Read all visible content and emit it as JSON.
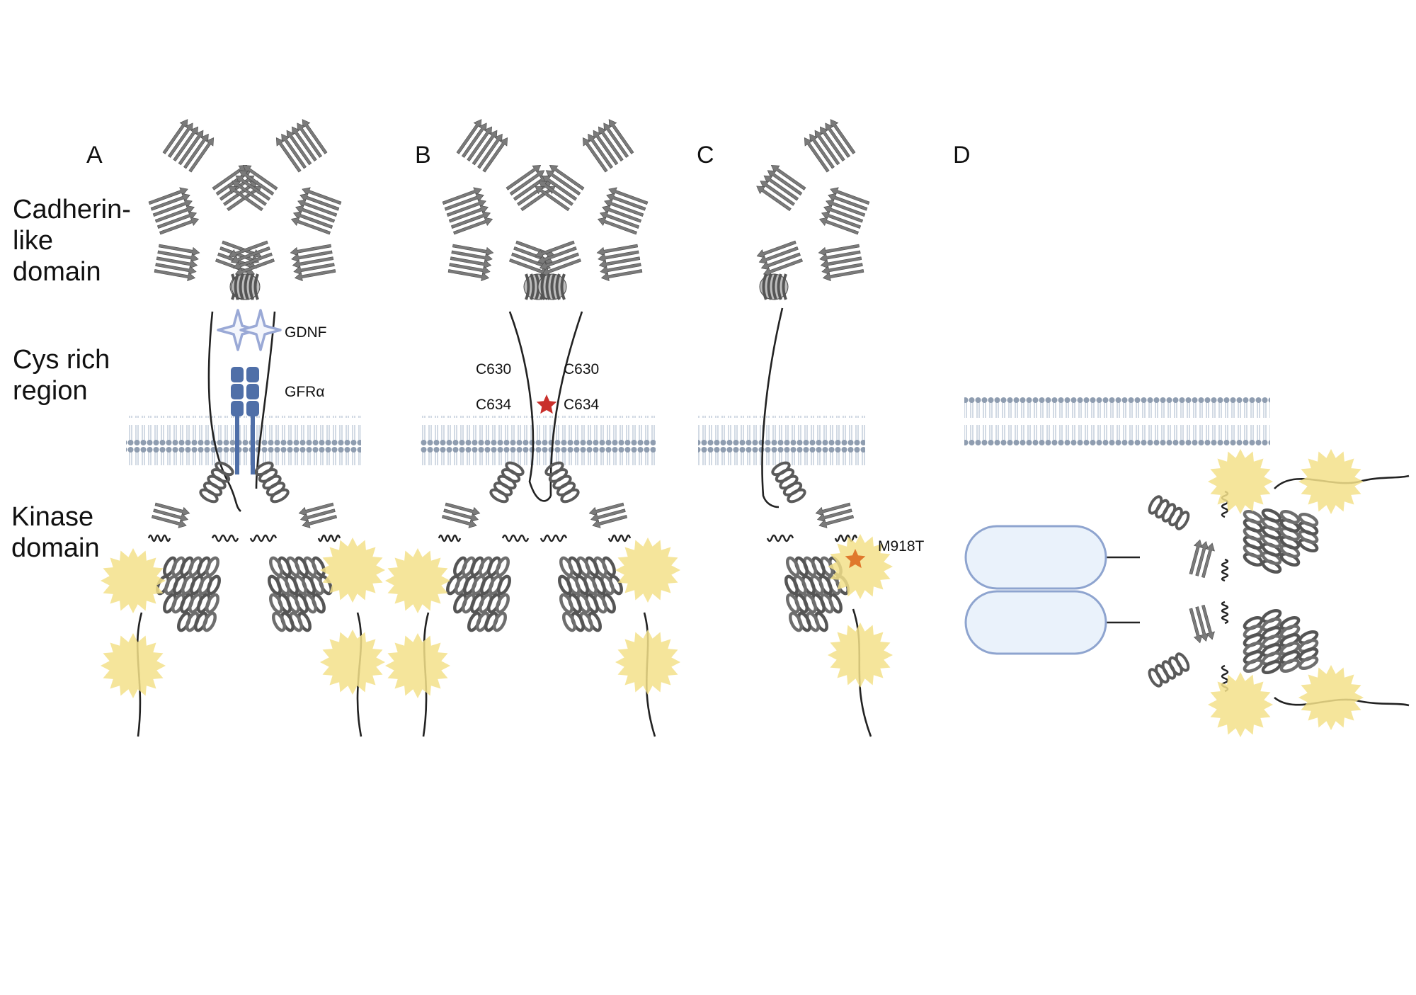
{
  "panels": [
    {
      "label": "A"
    },
    {
      "label": "B"
    },
    {
      "label": "C"
    },
    {
      "label": "D"
    }
  ],
  "side_labels": {
    "cadherin": [
      "Cadherin-",
      "like",
      "domain"
    ],
    "cys": [
      "Cys rich",
      "region"
    ],
    "kinase": [
      "Kinase",
      "domain"
    ]
  },
  "annotations": {
    "gdnf": "GDNF",
    "gfra": "GFRα",
    "c630_left": "C630",
    "c630_right": "C630",
    "c634_left": "C634",
    "c634_right": "C634",
    "m918t": "M918T"
  },
  "colors": {
    "protein": "#7a7a7a",
    "protein_dark": "#555555",
    "membrane_head": "#8f9db0",
    "membrane_tail": "#b9c6d6",
    "phospho": "#f3e08a",
    "gdnf": "#9aa9d6",
    "gfra": "#4f6fa8",
    "mutation_red": "#c9302c",
    "mutation_orange": "#e0782c",
    "fusion_fill": "#eaf2fb",
    "fusion_stroke": "#8ea4cf"
  }
}
